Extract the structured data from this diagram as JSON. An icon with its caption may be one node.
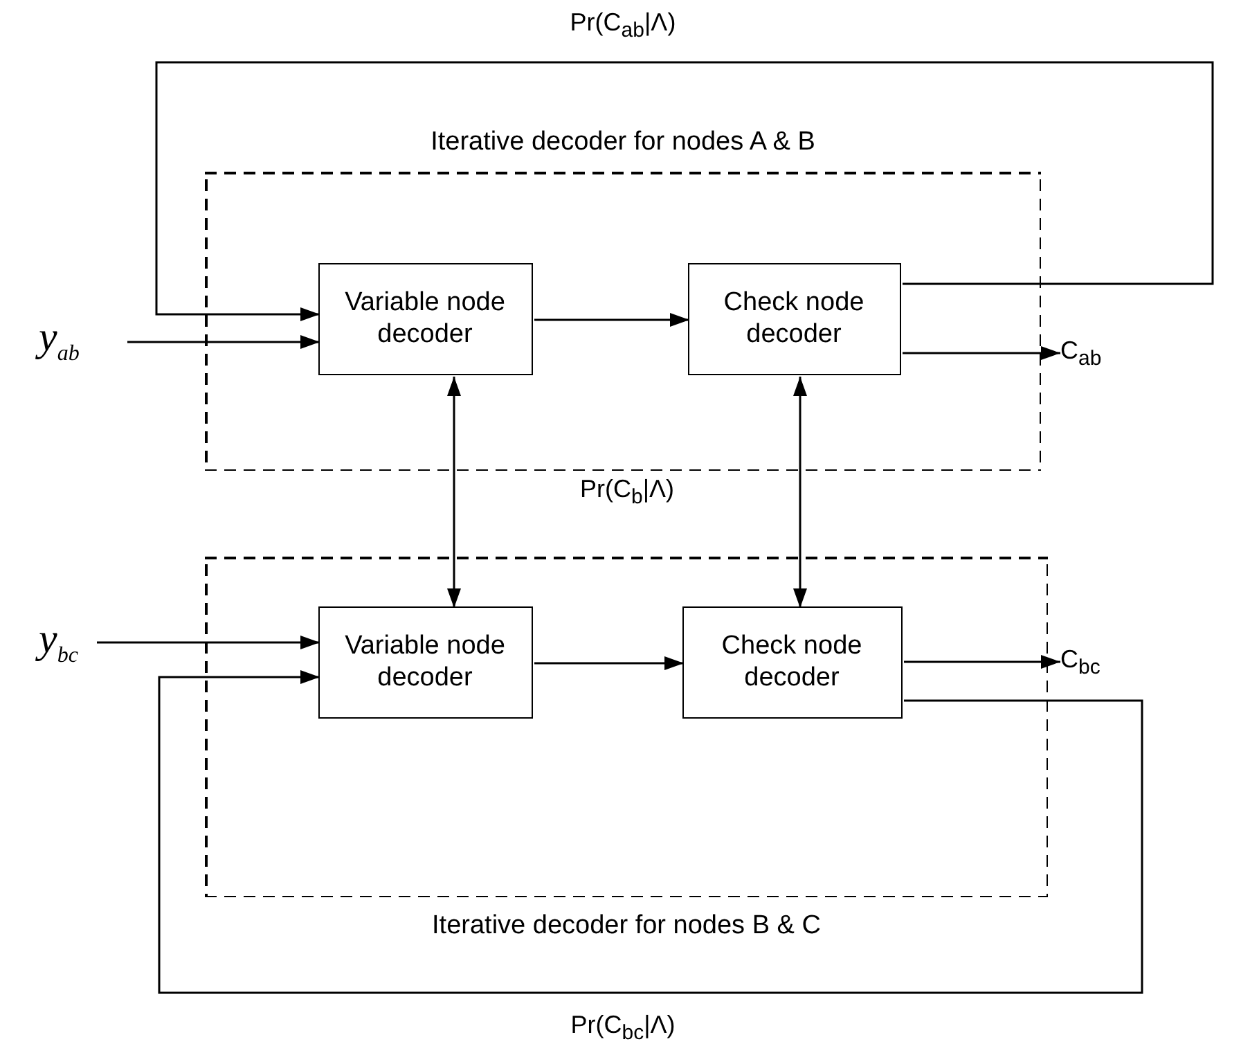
{
  "diagram": {
    "nodes": [
      {
        "text": [
          "Iterative decoder for nodes A & B"
        ]
      },
      {
        "text": [
          "Variable node decoder"
        ],
        "in": 0
      },
      {
        "text": [
          "Check node decoder"
        ],
        "in": 0
      },
      {
        "text": [
          "y$_{ab}$"
        ]
      },
      {
        "text": [
          "C$_{ab}$"
        ]
      },
      {
        "text": [
          "Iterative decoder for nodes B & C"
        ]
      },
      {
        "text": [
          "Variable node decoder"
        ],
        "in": 5
      },
      {
        "text": [
          "Check node decoder"
        ],
        "in": 5
      },
      {
        "text": [
          "y$_{bc}$"
        ]
      },
      {
        "text": [
          "C$_{bc}$"
        ]
      }
    ],
    "edges": [
      {
        "from": 3,
        "to": 1,
        "arrow": "to"
      },
      {
        "from": 2,
        "to": 1,
        "arrow": "to",
        "label": "Pr(C$_{ab}$|Λ)"
      },
      {
        "from": 1,
        "to": 2,
        "arrow": "to"
      },
      {
        "from": 2,
        "to": 4,
        "arrow": "to"
      },
      {
        "from": 1,
        "to": 6,
        "arrow": "both"
      },
      {
        "from": 2,
        "to": 7,
        "arrow": "both"
      },
      {
        "from": 8,
        "to": 6,
        "arrow": "to"
      },
      {
        "from": 7,
        "to": 6,
        "arrow": "to",
        "label": "Pr(C$_{bc}$|Λ)"
      },
      {
        "from": 6,
        "to": 7,
        "arrow": "to"
      },
      {
        "from": 7,
        "to": 9,
        "arrow": "to"
      }
    ],
    "labels": [
      "Pr(C$_{b}$|Λ)"
    ]
  }
}
